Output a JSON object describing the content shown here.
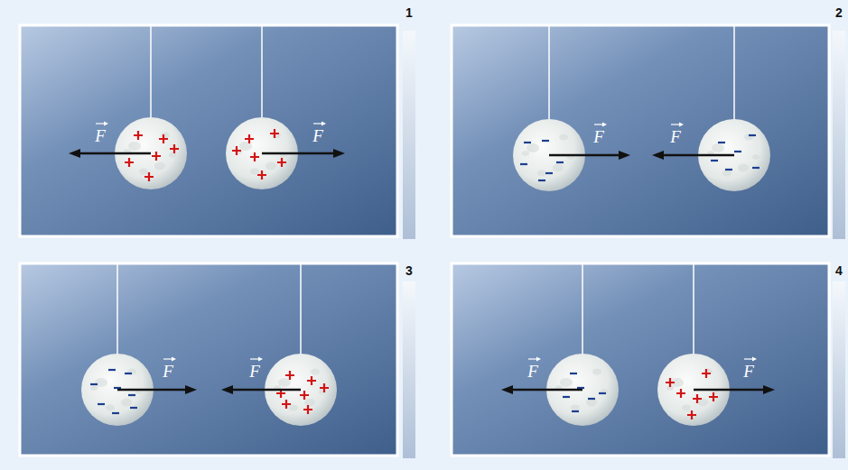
{
  "diagram": {
    "labels": [
      "F",
      "F",
      "1",
      "F",
      "F",
      "2",
      "F",
      "F",
      "3",
      "F",
      "F",
      "4"
    ]
  }
}
